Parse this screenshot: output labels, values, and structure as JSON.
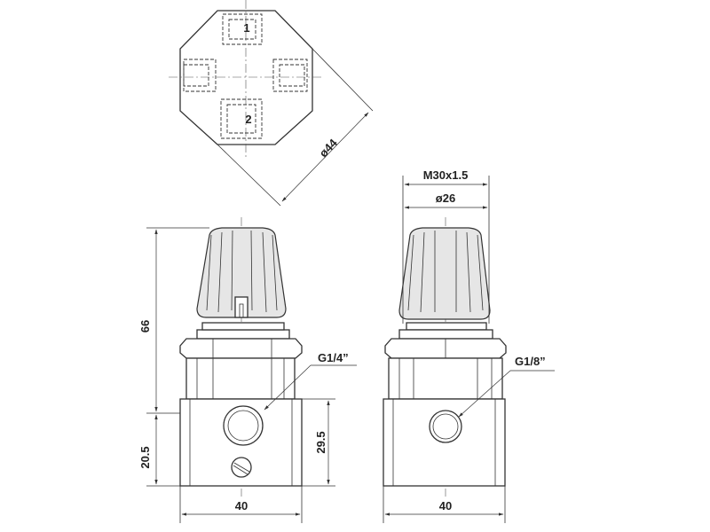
{
  "top_view": {
    "port_1": "1",
    "port_2": "2",
    "dia_44": "ø44"
  },
  "left_view": {
    "dim_height": "66",
    "dim_20_5": "20.5",
    "dim_29_5": "29.5",
    "dim_width": "40",
    "port_label": "G1/4”"
  },
  "right_view": {
    "dim_thread": "M30x1.5",
    "dim_dia": "ø26",
    "dim_width": "40",
    "port_label": "G1/8”"
  }
}
